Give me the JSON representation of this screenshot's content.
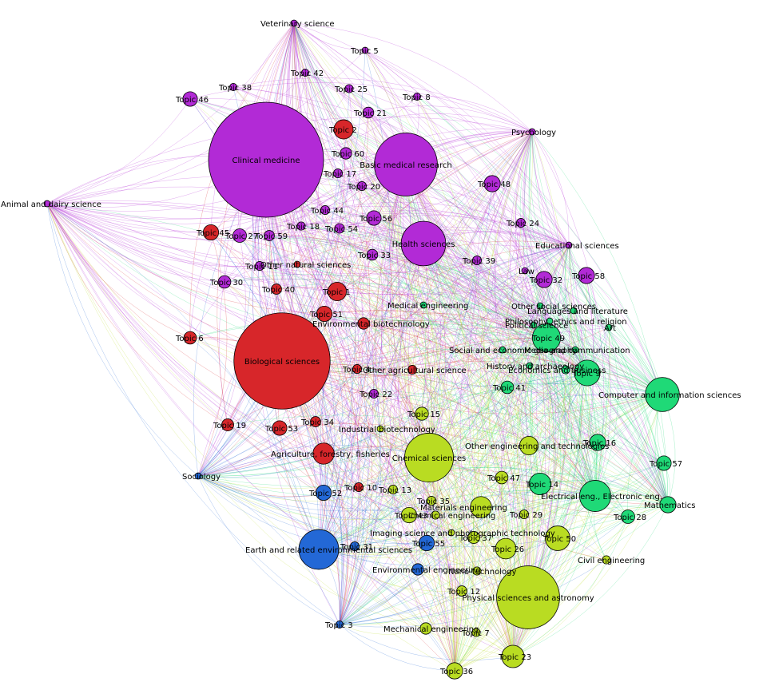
{
  "colors": {
    "purple": "#b22ad6",
    "red": "#d7262a",
    "green": "#1fd977",
    "yellow": "#b9dc22",
    "blue": "#2368d6"
  },
  "nodes": [
    {
      "id": "clinical",
      "label": "Clinical medicine",
      "group": "purple",
      "weight": 100
    },
    {
      "id": "basic-med",
      "label": "Basic medical research",
      "group": "purple",
      "weight": 30
    },
    {
      "id": "health",
      "label": "Health sciences",
      "group": "purple",
      "weight": 15
    },
    {
      "id": "vet",
      "label": "Veterinary science",
      "group": "purple",
      "weight": 0.3
    },
    {
      "id": "animal",
      "label": "Animal and dairy science",
      "group": "purple",
      "weight": 0.3
    },
    {
      "id": "psych",
      "label": "Psychology",
      "group": "purple",
      "weight": 0.3
    },
    {
      "id": "edu",
      "label": "Educational sciences",
      "group": "purple",
      "weight": 0.3
    },
    {
      "id": "law",
      "label": "Law",
      "group": "purple",
      "weight": 0.3
    },
    {
      "id": "t5",
      "label": "Topic 5",
      "group": "purple",
      "weight": 0.3
    },
    {
      "id": "t42",
      "label": "Topic 42",
      "group": "purple",
      "weight": 0.4
    },
    {
      "id": "t38",
      "label": "Topic 38",
      "group": "purple",
      "weight": 0.4
    },
    {
      "id": "t25",
      "label": "Topic 25",
      "group": "purple",
      "weight": 0.5
    },
    {
      "id": "t8",
      "label": "Topic 8",
      "group": "purple",
      "weight": 0.4
    },
    {
      "id": "t46",
      "label": "Topic 46",
      "group": "purple",
      "weight": 1.6
    },
    {
      "id": "t21",
      "label": "Topic 21",
      "group": "purple",
      "weight": 0.9
    },
    {
      "id": "t60",
      "label": "Topic 60",
      "group": "purple",
      "weight": 1.0
    },
    {
      "id": "t17",
      "label": "Topic 17",
      "group": "purple",
      "weight": 0.6
    },
    {
      "id": "t20",
      "label": "Topic 20",
      "group": "purple",
      "weight": 0.6
    },
    {
      "id": "t48",
      "label": "Topic 48",
      "group": "purple",
      "weight": 2.0
    },
    {
      "id": "t44",
      "label": "Topic 44",
      "group": "purple",
      "weight": 0.6
    },
    {
      "id": "t56",
      "label": "Topic 56",
      "group": "purple",
      "weight": 1.6
    },
    {
      "id": "t24",
      "label": "Topic 24",
      "group": "purple",
      "weight": 0.6
    },
    {
      "id": "t18",
      "label": "Topic 18",
      "group": "purple",
      "weight": 0.5
    },
    {
      "id": "t54",
      "label": "Topic 54",
      "group": "purple",
      "weight": 0.7
    },
    {
      "id": "t27",
      "label": "Topic 27",
      "group": "purple",
      "weight": 1.4
    },
    {
      "id": "t59",
      "label": "Topic 59",
      "group": "purple",
      "weight": 0.8
    },
    {
      "id": "t33",
      "label": "Topic 33",
      "group": "purple",
      "weight": 0.9
    },
    {
      "id": "t39",
      "label": "Topic 39",
      "group": "purple",
      "weight": 0.6
    },
    {
      "id": "t32",
      "label": "Topic 32",
      "group": "purple",
      "weight": 2.0
    },
    {
      "id": "t58",
      "label": "Topic 58",
      "group": "purple",
      "weight": 2.0
    },
    {
      "id": "t30",
      "label": "Topic 30",
      "group": "purple",
      "weight": 1.2
    },
    {
      "id": "t22",
      "label": "Topic 22",
      "group": "purple",
      "weight": 0.6
    },
    {
      "id": "t11",
      "label": "Topic 11",
      "group": "purple",
      "weight": 0.6
    },
    {
      "id": "bio",
      "label": "Biological sciences",
      "group": "red",
      "weight": 70
    },
    {
      "id": "t2",
      "label": "Topic 2",
      "group": "red",
      "weight": 2.8
    },
    {
      "id": "t45",
      "label": "Topic 45",
      "group": "red",
      "weight": 1.8
    },
    {
      "id": "other-nat",
      "label": "Other natural sciences",
      "group": "red",
      "weight": 0.3
    },
    {
      "id": "t40",
      "label": "Topic 40",
      "group": "red",
      "weight": 0.8
    },
    {
      "id": "t1",
      "label": "Topic 1",
      "group": "red",
      "weight": 2.6
    },
    {
      "id": "t51",
      "label": "Topic 51",
      "group": "red",
      "weight": 1.8
    },
    {
      "id": "env-biotech",
      "label": "Environmental biotechnology",
      "group": "red",
      "weight": 1.0
    },
    {
      "id": "t6",
      "label": "Topic 6",
      "group": "red",
      "weight": 1.2
    },
    {
      "id": "t4",
      "label": "Topic 4",
      "group": "red",
      "weight": 0.6
    },
    {
      "id": "other-agri",
      "label": "Other agricultural science",
      "group": "red",
      "weight": 0.6
    },
    {
      "id": "t19",
      "label": "Topic 19",
      "group": "red",
      "weight": 1.1
    },
    {
      "id": "t53",
      "label": "Topic 53",
      "group": "red",
      "weight": 1.6
    },
    {
      "id": "t34",
      "label": "Topic 34",
      "group": "red",
      "weight": 0.8
    },
    {
      "id": "agri",
      "label": "Agriculture, forestry, fisheries",
      "group": "red",
      "weight": 3.4
    },
    {
      "id": "t10",
      "label": "Topic 10",
      "group": "red",
      "weight": 0.6
    },
    {
      "id": "med-eng",
      "label": "Medical engineering",
      "group": "green",
      "weight": 0.3
    },
    {
      "id": "other-soc",
      "label": "Other social sciences",
      "group": "green",
      "weight": 0.3
    },
    {
      "id": "lang",
      "label": "Languages and literature",
      "group": "green",
      "weight": 0.3
    },
    {
      "id": "phil",
      "label": "Philosophy, ethics and religion",
      "group": "green",
      "weight": 0.3
    },
    {
      "id": "polsci",
      "label": "Political science",
      "group": "green",
      "weight": 0.3
    },
    {
      "id": "art",
      "label": "Art",
      "group": "green",
      "weight": 0.3
    },
    {
      "id": "t49",
      "label": "Topic 49",
      "group": "green",
      "weight": 6.0
    },
    {
      "id": "soc-econ",
      "label": "Social and economic geography",
      "group": "green",
      "weight": 0.3
    },
    {
      "id": "media",
      "label": "Media and communication",
      "group": "green",
      "weight": 0.3
    },
    {
      "id": "hist",
      "label": "History and archaeology",
      "group": "green",
      "weight": 0.3
    },
    {
      "id": "econ",
      "label": "Economics and business",
      "group": "green",
      "weight": 0.5
    },
    {
      "id": "t9",
      "label": "Topic 9",
      "group": "green",
      "weight": 5.0
    },
    {
      "id": "t41",
      "label": "Topic 41",
      "group": "green",
      "weight": 1.2
    },
    {
      "id": "cis",
      "label": "Computer and information sciences",
      "group": "green",
      "weight": 8.8
    },
    {
      "id": "t16",
      "label": "Topic 16",
      "group": "green",
      "weight": 2.0
    },
    {
      "id": "t57",
      "label": "Topic 57",
      "group": "green",
      "weight": 1.6
    },
    {
      "id": "t14",
      "label": "Topic 14",
      "group": "green",
      "weight": 3.6
    },
    {
      "id": "elec",
      "label": "Electrical eng., Electronic eng.",
      "group": "green",
      "weight": 7.4
    },
    {
      "id": "math",
      "label": "Mathematics",
      "group": "green",
      "weight": 2.0
    },
    {
      "id": "t28",
      "label": "Topic 28",
      "group": "green",
      "weight": 1.4
    },
    {
      "id": "t15",
      "label": "Topic 15",
      "group": "yellow",
      "weight": 1.3
    },
    {
      "id": "ind-biotech",
      "label": "Industrial biotechnology",
      "group": "yellow",
      "weight": 0.3
    },
    {
      "id": "chem",
      "label": "Chemical sciences",
      "group": "yellow",
      "weight": 18
    },
    {
      "id": "other-eng",
      "label": "Other engineering and technologies",
      "group": "yellow",
      "weight": 2.6
    },
    {
      "id": "t47",
      "label": "Topic 47",
      "group": "yellow",
      "weight": 1.2
    },
    {
      "id": "t13",
      "label": "Topic 13",
      "group": "yellow",
      "weight": 0.6
    },
    {
      "id": "t35",
      "label": "Topic 35",
      "group": "yellow",
      "weight": 0.6
    },
    {
      "id": "mat-eng",
      "label": "Materials engineering",
      "group": "yellow",
      "weight": 3.4
    },
    {
      "id": "t43",
      "label": "Topic 43",
      "group": "yellow",
      "weight": 1.8
    },
    {
      "id": "chem-eng",
      "label": "Chemical engineering",
      "group": "yellow",
      "weight": 0.5
    },
    {
      "id": "t29",
      "label": "Topic 29",
      "group": "yellow",
      "weight": 0.6
    },
    {
      "id": "imaging",
      "label": "Imaging science and photographic technology",
      "group": "yellow",
      "weight": 0.3
    },
    {
      "id": "t37",
      "label": "Topic 37",
      "group": "yellow",
      "weight": 1.1
    },
    {
      "id": "t50",
      "label": "Topic 50",
      "group": "yellow",
      "weight": 4.6
    },
    {
      "id": "t26",
      "label": "Topic 26",
      "group": "yellow",
      "weight": 3.2
    },
    {
      "id": "nano",
      "label": "Nano-technology",
      "group": "yellow",
      "weight": 0.5
    },
    {
      "id": "civil",
      "label": "Civil engineering",
      "group": "yellow",
      "weight": 0.5
    },
    {
      "id": "t12",
      "label": "Topic 12",
      "group": "yellow",
      "weight": 0.8
    },
    {
      "id": "phys",
      "label": "Physical sciences and astronomy",
      "group": "yellow",
      "weight": 30
    },
    {
      "id": "mech-eng",
      "label": "Mechanical engineering",
      "group": "yellow",
      "weight": 1.0
    },
    {
      "id": "t7",
      "label": "Topic 7",
      "group": "yellow",
      "weight": 0.5
    },
    {
      "id": "t23",
      "label": "Topic 23",
      "group": "yellow",
      "weight": 3.8
    },
    {
      "id": "t36",
      "label": "Topic 36",
      "group": "yellow",
      "weight": 2.0
    },
    {
      "id": "t52",
      "label": "Topic 52",
      "group": "blue",
      "weight": 1.8
    },
    {
      "id": "earth",
      "label": "Earth and related environmental sciences",
      "group": "blue",
      "weight": 12
    },
    {
      "id": "t31",
      "label": "Topic 31",
      "group": "blue",
      "weight": 0.6
    },
    {
      "id": "t55",
      "label": "Topic 55",
      "group": "blue",
      "weight": 1.8
    },
    {
      "id": "env-eng",
      "label": "Environmental engineering",
      "group": "blue",
      "weight": 1.0
    },
    {
      "id": "t3",
      "label": "Topic 3",
      "group": "blue",
      "weight": 0.4
    },
    {
      "id": "sociology",
      "label": "Sociology",
      "group": "blue",
      "weight": 0.3
    }
  ],
  "edges_from_hubs": [
    "clinical",
    "bio",
    "basic-med",
    "health",
    "chem",
    "phys",
    "earth",
    "cis",
    "elec",
    "t49",
    "t9",
    "vet",
    "animal",
    "psych",
    "sociology",
    "edu",
    "math",
    "t3",
    "t36",
    "t23"
  ]
}
